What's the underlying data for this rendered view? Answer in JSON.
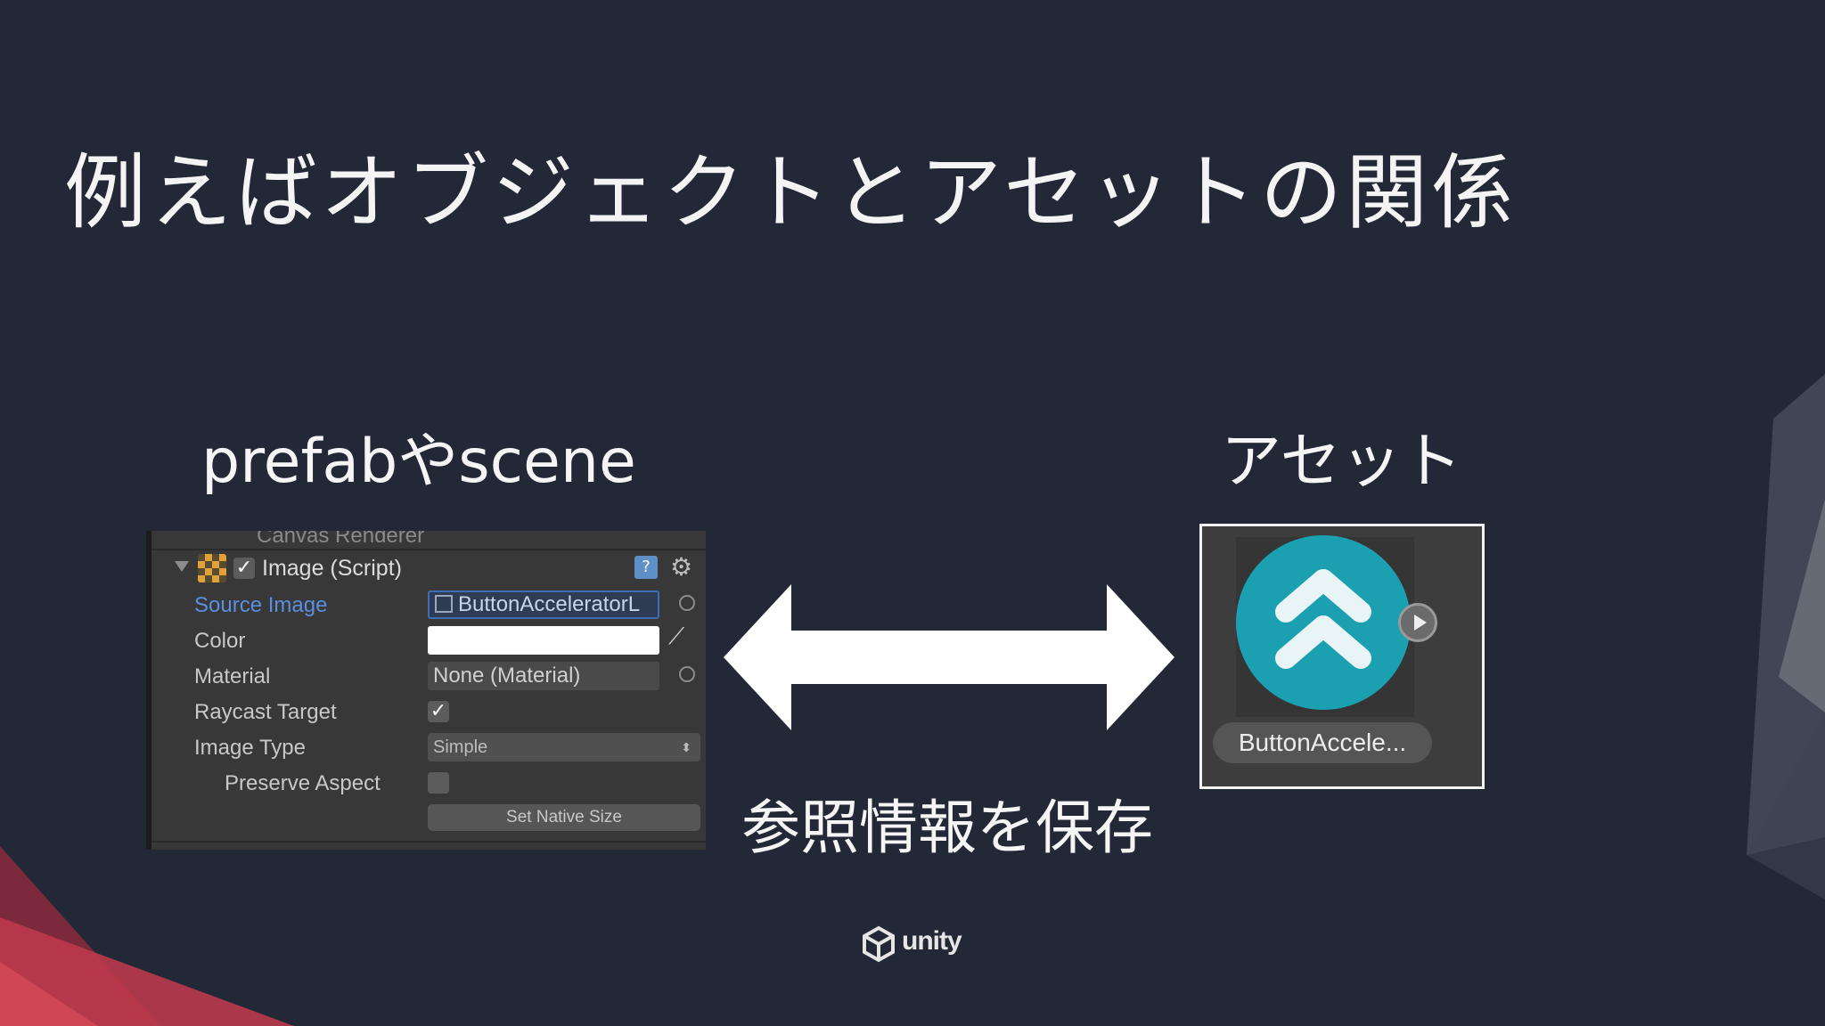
{
  "slide": {
    "title": "例えばオブジェクトとアセットの関係",
    "left_label": "prefabやscene",
    "right_label": "アセット",
    "caption": "参照情報を保存",
    "logo_text": "unity"
  },
  "inspector": {
    "prev_component_title": "Canvas Renderer",
    "component_title": "Image (Script)",
    "enabled_checked": true,
    "icons": {
      "help": "help-icon",
      "settings": "gear-icon",
      "component": "image-component-icon"
    },
    "rows": {
      "source_image": {
        "label": "Source Image",
        "value": "ButtonAcceleratorL"
      },
      "color": {
        "label": "Color",
        "value": ""
      },
      "material": {
        "label": "Material",
        "value": "None (Material)"
      },
      "raycast_target": {
        "label": "Raycast Target",
        "checked": true
      },
      "image_type": {
        "label": "Image Type",
        "value": "Simple"
      },
      "preserve_aspect": {
        "label": "Preserve Aspect",
        "checked": false
      },
      "set_native_size": {
        "label": "Set Native Size"
      }
    }
  },
  "asset": {
    "name": "ButtonAccele...",
    "thumbnail_icon": "double-chevron-up-icon",
    "circle_color": "#1ba0b1"
  },
  "colors": {
    "background": "#222836",
    "text": "#f4f4f4",
    "accent_red": "#c23a4e"
  }
}
